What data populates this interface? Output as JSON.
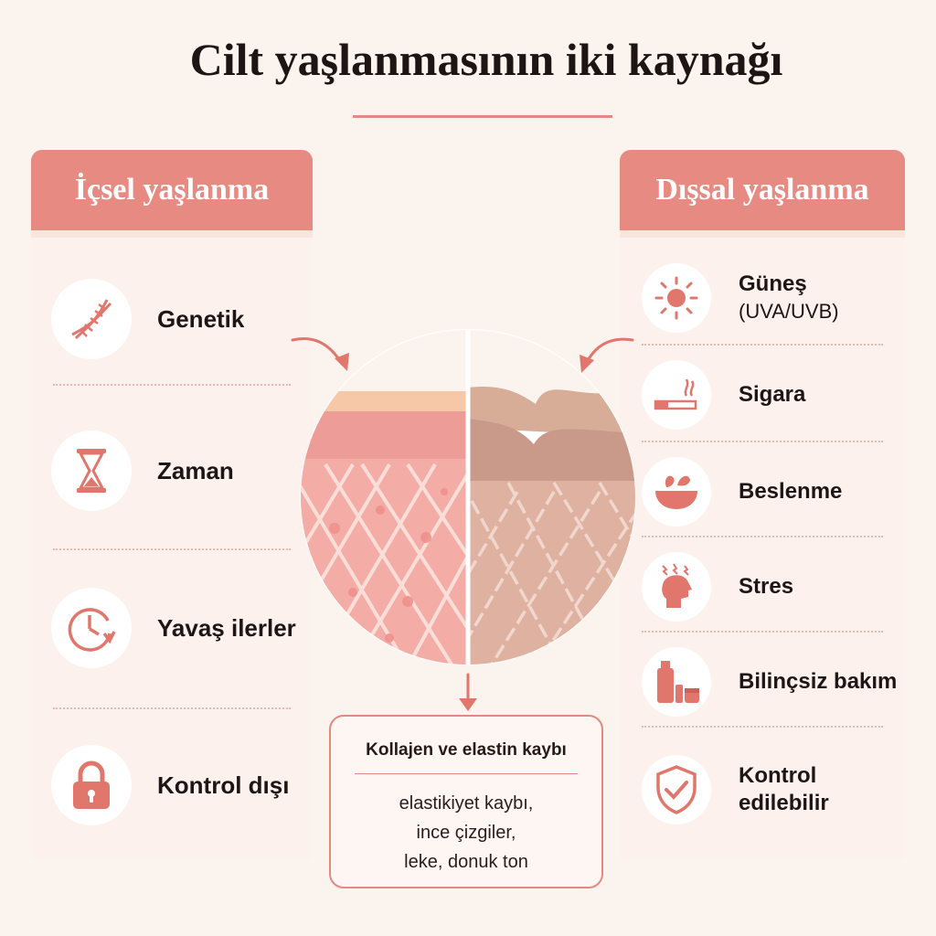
{
  "title": "Cilt yaşlanmasının iki kaynağı",
  "colors": {
    "accent": "#e68a82",
    "background": "#fbf3ee",
    "panel": "#f8e6dd"
  },
  "intrinsic": {
    "heading": "İçsel yaşlanma",
    "items": [
      {
        "label": "Genetik",
        "icon": "dna-icon"
      },
      {
        "label": "Zaman",
        "icon": "hourglass-icon"
      },
      {
        "label": "Yavaş ilerler",
        "icon": "clock-icon"
      },
      {
        "label": "Kontrol dışı",
        "icon": "lock-icon"
      }
    ]
  },
  "extrinsic": {
    "heading": "Dışsal yaşlanma",
    "items": [
      {
        "label": "Güneş",
        "sub": "(UVA/UVB)",
        "icon": "sun-icon"
      },
      {
        "label": "Sigara",
        "icon": "cigarette-icon"
      },
      {
        "label": "Beslenme",
        "icon": "salad-bowl-icon"
      },
      {
        "label": "Stres",
        "icon": "stress-head-icon"
      },
      {
        "label": "Bilinçsiz bakım",
        "icon": "cosmetics-icon"
      },
      {
        "label": "Kontrol edilebilir",
        "icon": "shield-check-icon"
      }
    ]
  },
  "result": {
    "heading": "Kollajen ve elastin kaybı",
    "lines": [
      "elastikiyet kaybı,",
      "ince çizgiler,",
      "leke, donuk ton"
    ]
  }
}
